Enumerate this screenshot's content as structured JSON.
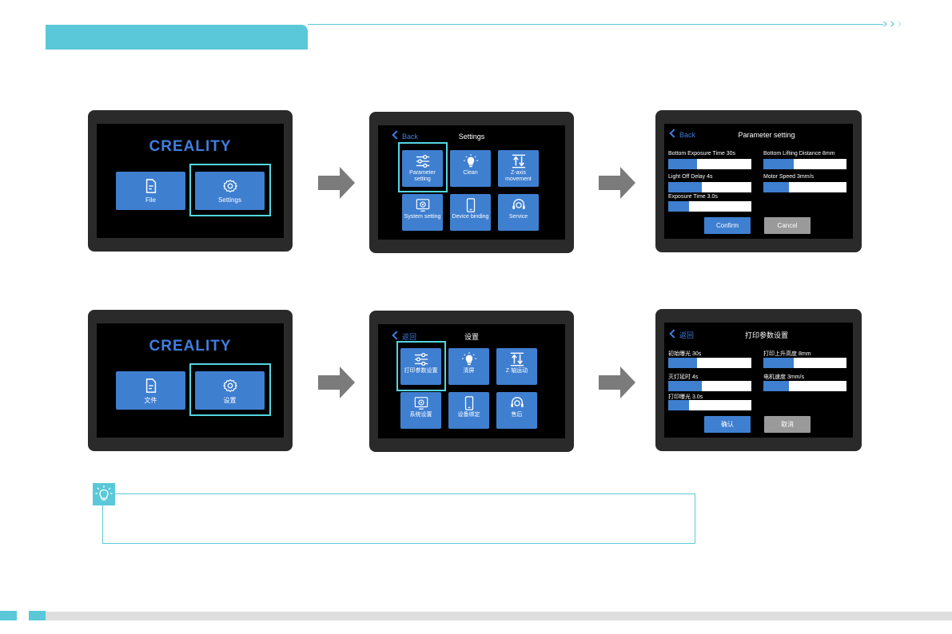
{
  "colors": {
    "accent": "#5ac8d8",
    "tile_blue": "#3f7fd0",
    "highlight": "#53d6e2",
    "arrow_gray": "#7b7b7b"
  },
  "header": {
    "chevrons": "›››"
  },
  "english": {
    "home": {
      "logo": "CREALITY",
      "file_label": "File",
      "settings_label": "Settings"
    },
    "settings": {
      "back_label": "Back",
      "title": "Settings",
      "tiles": [
        {
          "label": "Parameter setting",
          "icon": "sliders-icon"
        },
        {
          "label": "Clean",
          "icon": "lightbulb-icon"
        },
        {
          "label": "Z-axis movement",
          "icon": "z-axis-icon"
        },
        {
          "label": "System setting",
          "icon": "system-gear-icon"
        },
        {
          "label": "Device binding",
          "icon": "phone-icon"
        },
        {
          "label": "Service",
          "icon": "headset-icon"
        }
      ]
    },
    "params": {
      "back_label": "Back",
      "title": "Parameter setting",
      "fields": [
        {
          "label": "Bottom Exposure Time 30s",
          "fill": 0.35
        },
        {
          "label": "Bottom Lifting Distance 8mm",
          "fill": 0.37
        },
        {
          "label": "Light Off Delay 4s",
          "fill": 0.4
        },
        {
          "label": "Motor Speed 3mm/s",
          "fill": 0.31
        },
        {
          "label": "Exposure Time 3.0s",
          "fill": 0.25
        }
      ],
      "confirm_label": "Confirm",
      "cancel_label": "Cancel"
    }
  },
  "chinese": {
    "home": {
      "logo": "CREALITY",
      "file_label": "文件",
      "settings_label": "设置"
    },
    "settings": {
      "back_label": "返回",
      "title": "设置",
      "tiles": [
        {
          "label": "打印参数设置",
          "icon": "sliders-icon"
        },
        {
          "label": "清屏",
          "icon": "lightbulb-icon"
        },
        {
          "label": "Z 轴运动",
          "icon": "z-axis-icon"
        },
        {
          "label": "系统设置",
          "icon": "system-gear-icon"
        },
        {
          "label": "设备绑定",
          "icon": "phone-icon"
        },
        {
          "label": "售后",
          "icon": "headset-icon"
        }
      ]
    },
    "params": {
      "back_label": "返回",
      "title": "打印参数设置",
      "fields": [
        {
          "label": "初始曝光 30s",
          "fill": 0.35
        },
        {
          "label": "打印上升高度 8mm",
          "fill": 0.37
        },
        {
          "label": "灭灯延时 4s",
          "fill": 0.4
        },
        {
          "label": "电机速度 3mm/s",
          "fill": 0.31
        },
        {
          "label": "打印曝光 3.0s",
          "fill": 0.25
        }
      ],
      "confirm_label": "确认",
      "cancel_label": "取消"
    }
  }
}
